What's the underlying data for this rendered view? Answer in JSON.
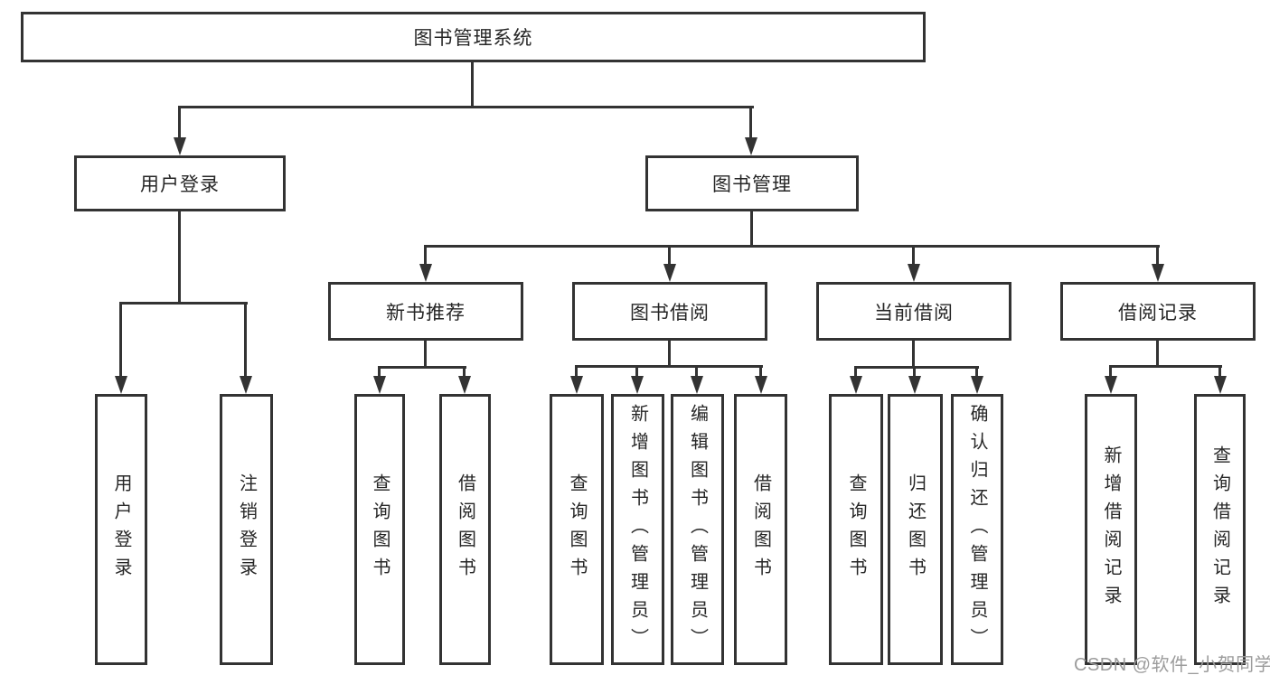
{
  "colors": {
    "line": "#333333",
    "text": "#262626",
    "watermark": "#9c9c9c",
    "background": "#ffffff"
  },
  "root": {
    "label": "图书管理系统"
  },
  "level2": {
    "user_login": {
      "label": "用户登录"
    },
    "book_mgmt": {
      "label": "图书管理"
    }
  },
  "level3": {
    "new_books": {
      "label": "新书推荐"
    },
    "book_borrow": {
      "label": "图书借阅"
    },
    "current_borrow": {
      "label": "当前借阅"
    },
    "borrow_records": {
      "label": "借阅记录"
    }
  },
  "leaves": {
    "user_login": [
      {
        "label": "用户登录"
      },
      {
        "label": "注销登录"
      }
    ],
    "new_books": [
      {
        "label": "查询图书"
      },
      {
        "label": "借阅图书"
      }
    ],
    "book_borrow": [
      {
        "label": "查询图书"
      },
      {
        "label": "新增图书（管理员）"
      },
      {
        "label": "编辑图书（管理员）"
      },
      {
        "label": "借阅图书"
      }
    ],
    "current_borrow": [
      {
        "label": "查询图书"
      },
      {
        "label": "归还图书"
      },
      {
        "label": "确认归还（管理员）"
      }
    ],
    "borrow_records": [
      {
        "label": "新增借阅记录"
      },
      {
        "label": "查询借阅记录"
      }
    ]
  },
  "watermark": "CSDN @软件_小贺同学"
}
